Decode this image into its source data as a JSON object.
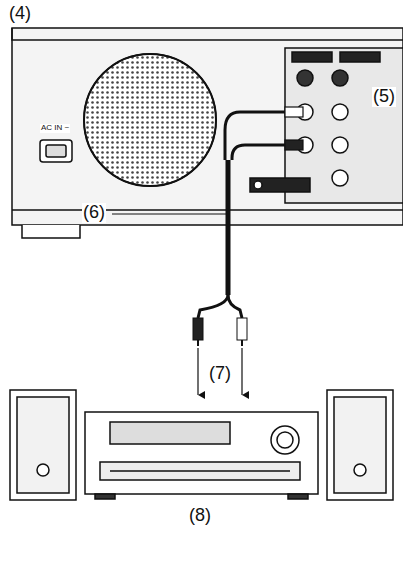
{
  "diagram": {
    "labels": [
      "(4)",
      "(5)",
      "(6)",
      "(7)",
      "(8)",
      "AC IN ~"
    ]
  }
}
